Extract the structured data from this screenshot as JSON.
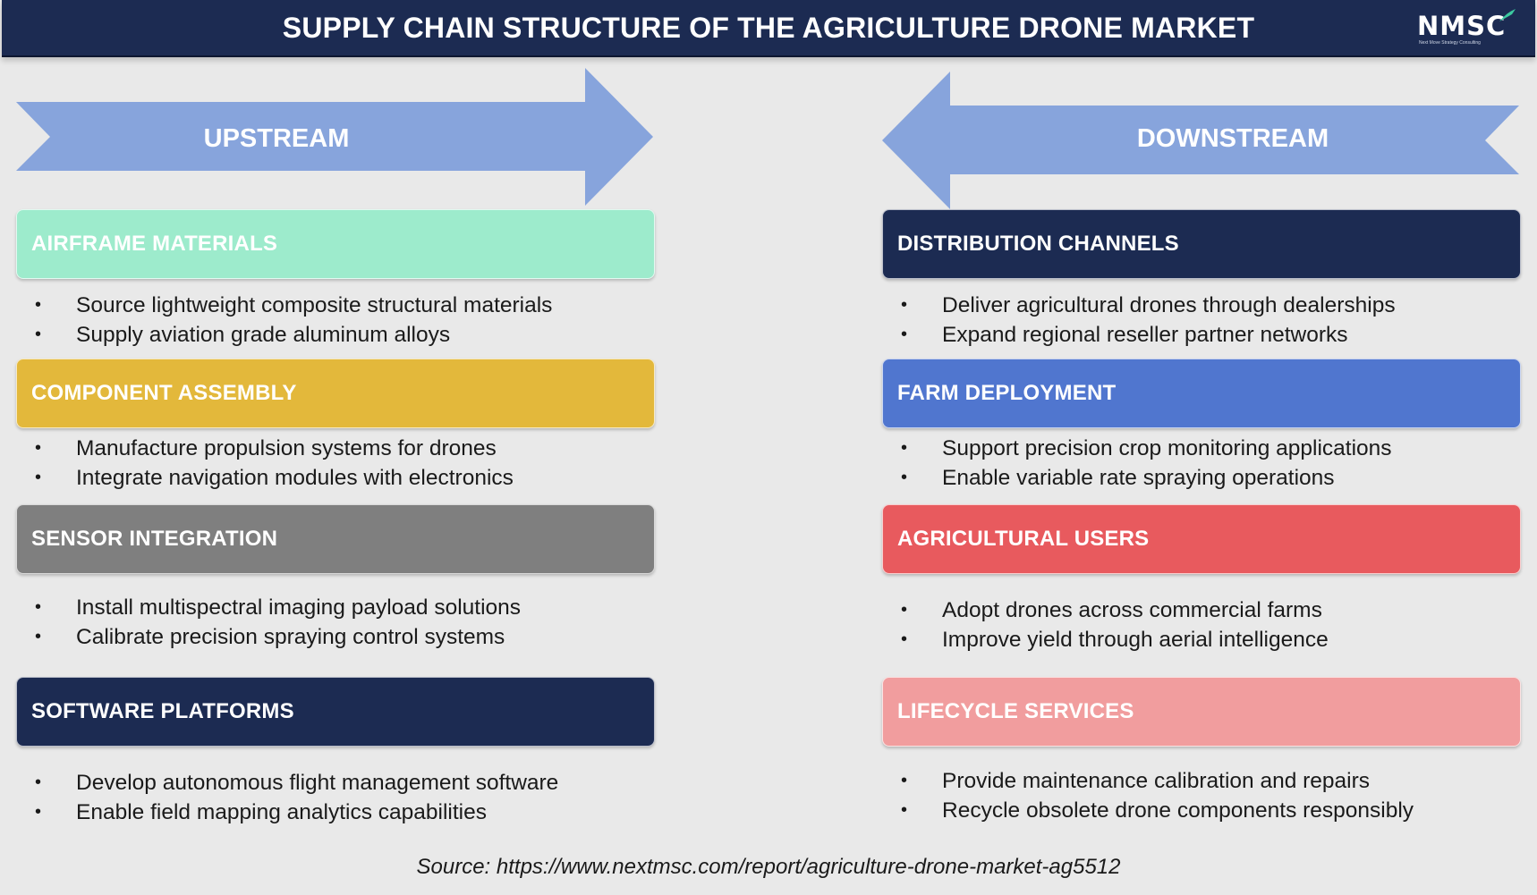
{
  "title": "SUPPLY CHAIN STRUCTURE OF THE AGRICULTURE DRONE MARKET",
  "logo": {
    "text": "NMSC",
    "tagline": "Next Move Strategy Consulting"
  },
  "colors": {
    "header": "#1c2b52",
    "arrow": "#87a4dc",
    "mint": "#9debcc",
    "gold": "#e3b83b",
    "gray": "#7f7f7f",
    "navy": "#1c2b52",
    "blue": "#5076cf",
    "red": "#e85a5e",
    "pink": "#f19d9e"
  },
  "upstream": {
    "label": "UPSTREAM",
    "sections": [
      {
        "title": "AIRFRAME MATERIALS",
        "color": "mint",
        "bullets": [
          "Source lightweight composite structural materials",
          "Supply aviation grade aluminum alloys"
        ]
      },
      {
        "title": "COMPONENT ASSEMBLY",
        "color": "gold",
        "bullets": [
          "Manufacture propulsion systems for drones",
          "Integrate navigation modules with electronics"
        ]
      },
      {
        "title": "SENSOR INTEGRATION",
        "color": "gray",
        "bullets": [
          "Install multispectral imaging payload solutions",
          "Calibrate precision spraying control systems"
        ]
      },
      {
        "title": "SOFTWARE PLATFORMS",
        "color": "navy",
        "bullets": [
          "Develop autonomous flight management software",
          "Enable field mapping analytics capabilities"
        ]
      }
    ]
  },
  "downstream": {
    "label": "DOWNSTREAM",
    "sections": [
      {
        "title": "DISTRIBUTION CHANNELS",
        "color": "navy",
        "bullets": [
          "Deliver agricultural drones through dealerships",
          "Expand regional reseller partner networks"
        ]
      },
      {
        "title": "FARM DEPLOYMENT",
        "color": "blue",
        "bullets": [
          "Support precision crop monitoring applications",
          "Enable variable rate spraying operations"
        ]
      },
      {
        "title": "AGRICULTURAL USERS",
        "color": "red",
        "bullets": [
          "Adopt drones across commercial farms",
          "Improve yield through aerial intelligence"
        ]
      },
      {
        "title": "LIFECYCLE SERVICES",
        "color": "pink",
        "bullets": [
          "Provide maintenance calibration and repairs",
          "Recycle obsolete drone components responsibly"
        ]
      }
    ]
  },
  "source": "Source: https://www.nextmsc.com/report/agriculture-drone-market-ag5512"
}
